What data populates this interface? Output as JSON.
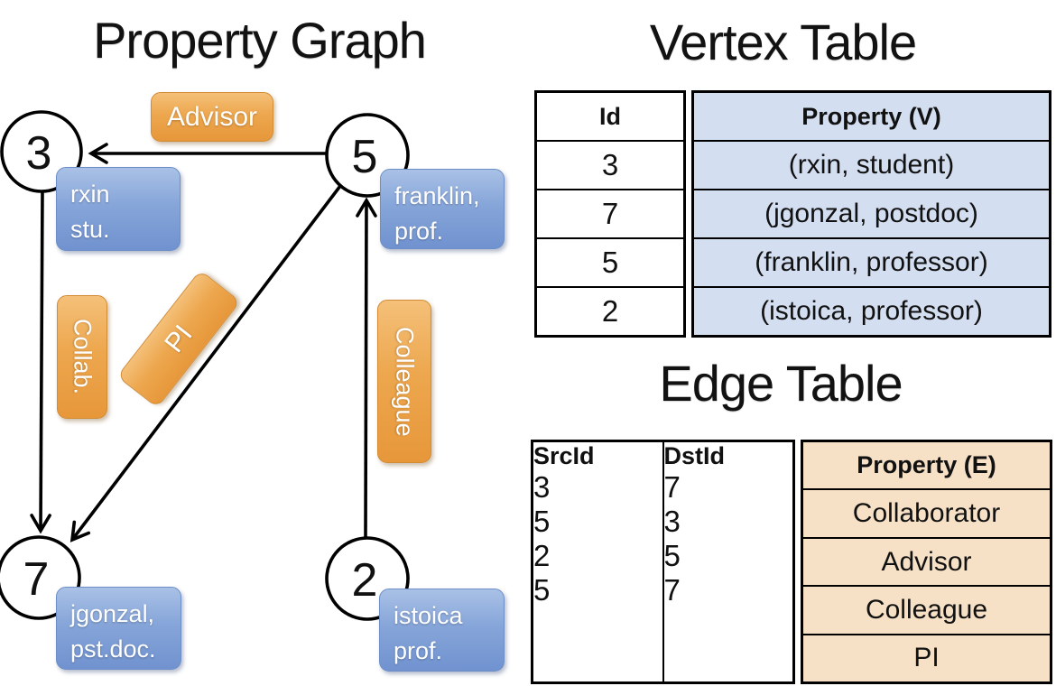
{
  "graph": {
    "title": "Property Graph",
    "nodes": [
      {
        "id": "3",
        "prop_line1": "rxin",
        "prop_line2": "stu."
      },
      {
        "id": "5",
        "prop_line1": "franklin,",
        "prop_line2": "prof."
      },
      {
        "id": "7",
        "prop_line1": "jgonzal,",
        "prop_line2": "pst.doc."
      },
      {
        "id": "2",
        "prop_line1": "istoica",
        "prop_line2": "prof."
      }
    ],
    "edges": [
      {
        "from": "5",
        "to": "3",
        "label": "Advisor"
      },
      {
        "from": "3",
        "to": "7",
        "label": "Collab."
      },
      {
        "from": "5",
        "to": "7",
        "label": "PI"
      },
      {
        "from": "2",
        "to": "5",
        "label": "Colleague"
      }
    ]
  },
  "vertex_table": {
    "title": "Vertex Table",
    "columns": [
      "Id",
      "Property (V)"
    ],
    "rows": [
      [
        "3",
        "(rxin, student)"
      ],
      [
        "7",
        "(jgonzal, postdoc)"
      ],
      [
        "5",
        "(franklin, professor)"
      ],
      [
        "2",
        "(istoica, professor)"
      ]
    ]
  },
  "edge_table": {
    "title": "Edge Table",
    "columns": [
      "SrcId",
      "DstId",
      "Property (E)"
    ],
    "rows": [
      [
        "3",
        "7",
        "Collaborator"
      ],
      [
        "5",
        "3",
        "Advisor"
      ],
      [
        "2",
        "5",
        "Colleague"
      ],
      [
        "5",
        "7",
        "PI"
      ]
    ]
  },
  "colors": {
    "vertex_property_fill": "#d3def1",
    "edge_property_fill": "#f6e0c6",
    "edge_label_orange": "#eda74e",
    "vertex_property_blue": "#86a5d9",
    "line_black": "#000000"
  }
}
